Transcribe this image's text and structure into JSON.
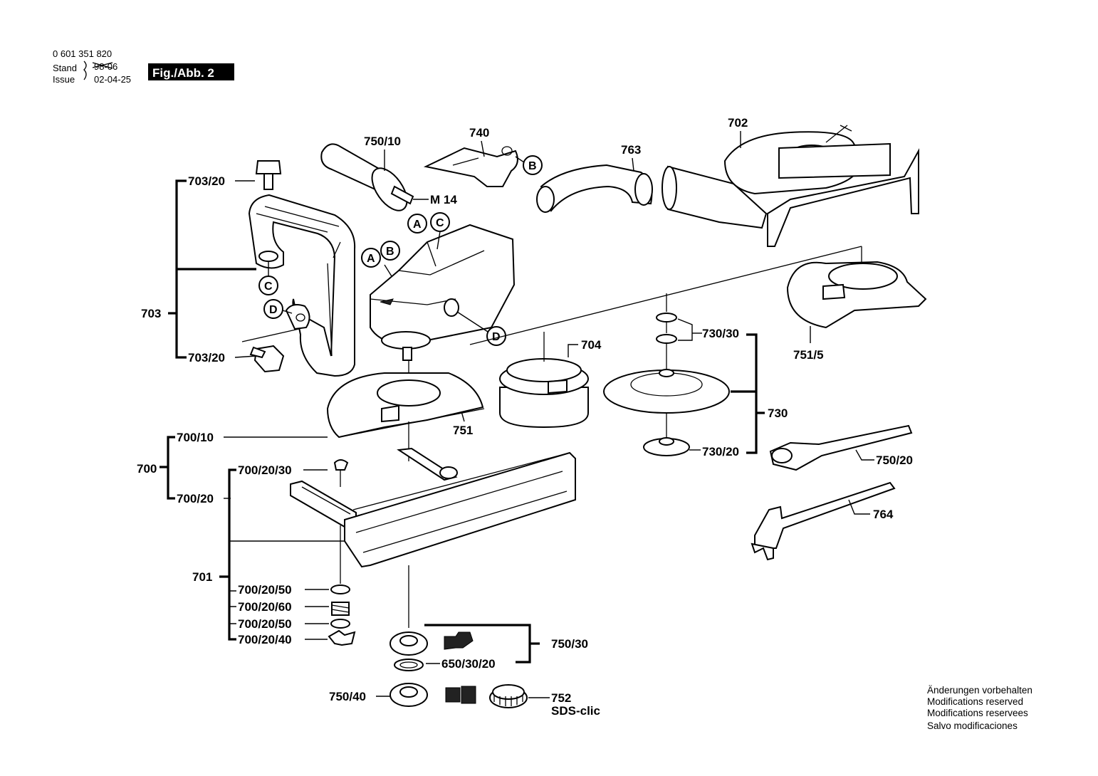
{
  "header": {
    "part_number": "0 601 351 820",
    "stand_label": "Stand",
    "stand_date": "98-06",
    "issue_label": "Issue",
    "issue_date": "02-04-25",
    "figure_label": "Fig./Abb. 2"
  },
  "labels": {
    "p702": "702",
    "p703": "703",
    "p703_20_top": "703/20",
    "p703_20_bottom": "703/20",
    "p704": "704",
    "p740": "740",
    "p750_10": "750/10",
    "m14": "M 14",
    "p763": "763",
    "p751": "751",
    "p751_5": "751/5",
    "p730": "730",
    "p730_30": "730/30",
    "p730_20": "730/20",
    "p750_20": "750/20",
    "p764": "764",
    "p700": "700",
    "p700_10": "700/10",
    "p700_20": "700/20",
    "p700_20_30": "700/20/30",
    "p701": "701",
    "p700_20_50_a": "700/20/50",
    "p700_20_60": "700/20/60",
    "p700_20_50_b": "700/20/50",
    "p700_20_40": "700/20/40",
    "p750_30": "750/30",
    "p650_30_20": "650/30/20",
    "p750_40": "750/40",
    "p752": "752",
    "sds_clic": "SDS-clic"
  },
  "markers": {
    "a1": "A",
    "c1": "C",
    "a2": "A",
    "b2": "B",
    "b1": "B",
    "c2": "C",
    "d1": "D",
    "d2": "D"
  },
  "notes": [
    "Änderungen vorbehalten",
    "Modifications reserved",
    "Modifications reservees",
    "Salvo modificaciones"
  ]
}
